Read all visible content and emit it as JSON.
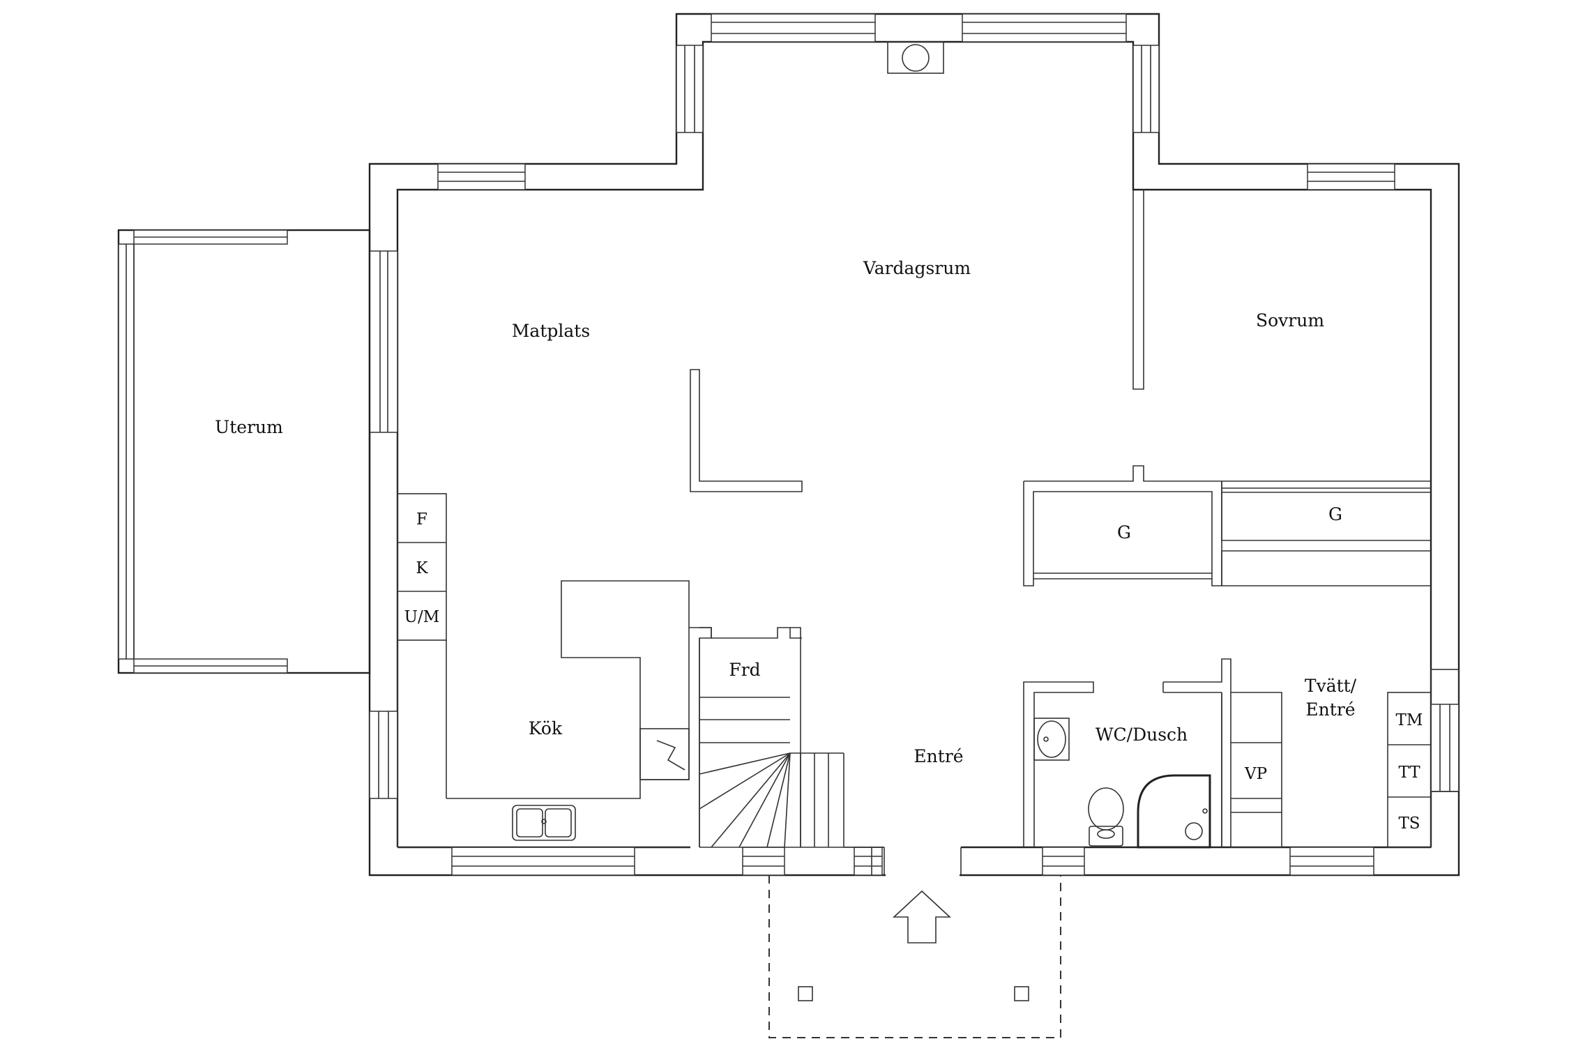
{
  "rooms": {
    "vardagsrum": "Vardagsrum",
    "matplats": "Matplats",
    "sovrum": "Sovrum",
    "uterum": "Uterum",
    "kok": "Kök",
    "frd": "Frd",
    "entre": "Entré",
    "wc_dusch": "WC/Dusch",
    "tvatt_line1": "Tvätt/",
    "tvatt_line2": "Entré",
    "garderob_left": "G",
    "garderob_right": "G"
  },
  "fixtures": {
    "fridge": "F",
    "kyl": "K",
    "ugn_micro": "U/M",
    "vp": "VP",
    "tm": "TM",
    "tt": "TT",
    "ts": "TS"
  }
}
